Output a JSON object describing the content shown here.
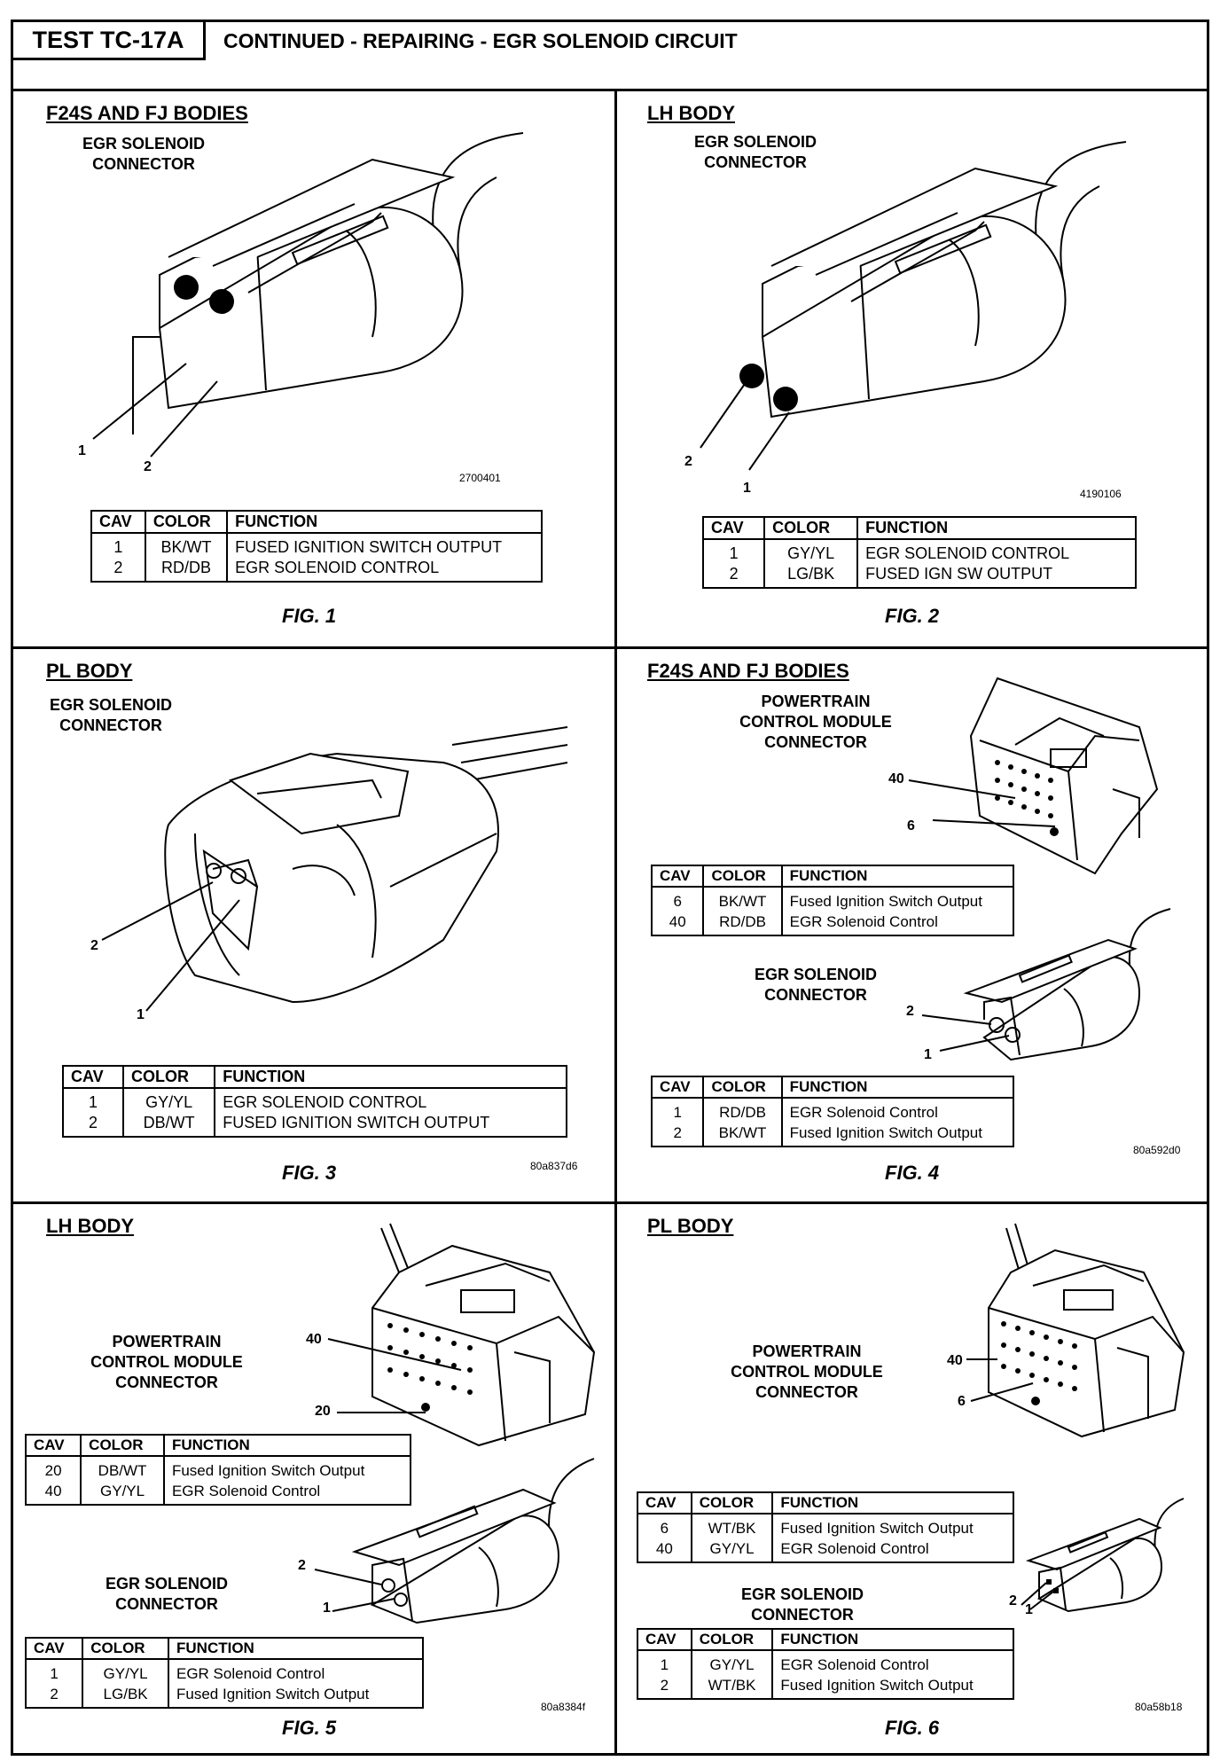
{
  "header": {
    "test_id": "TEST TC-17A",
    "title": "CONTINUED - REPAIRING - EGR SOLENOID CIRCUIT"
  },
  "columns": [
    "CAV",
    "COLOR",
    "FUNCTION"
  ],
  "fig1": {
    "title": "F24S AND FJ BODIES",
    "connector_label": "EGR SOLENOID\nCONNECTOR",
    "callouts": [
      "1",
      "2"
    ],
    "code": "2700401",
    "caption": "FIG. 1",
    "rows": [
      {
        "cav": "1",
        "color": "BK/WT",
        "function": "FUSED IGNITION SWITCH OUTPUT"
      },
      {
        "cav": "2",
        "color": "RD/DB",
        "function": "EGR SOLENOID CONTROL"
      }
    ]
  },
  "fig2": {
    "title": "LH BODY",
    "connector_label": "EGR SOLENOID\nCONNECTOR",
    "callouts": [
      "2",
      "1"
    ],
    "code": "4190106",
    "caption": "FIG. 2",
    "rows": [
      {
        "cav": "1",
        "color": "GY/YL",
        "function": "EGR SOLENOID CONTROL"
      },
      {
        "cav": "2",
        "color": "LG/BK",
        "function": "FUSED IGN SW OUTPUT"
      }
    ]
  },
  "fig3": {
    "title": "PL BODY",
    "connector_label": "EGR SOLENOID\nCONNECTOR",
    "callouts": [
      "2",
      "1"
    ],
    "code": "80a837d6",
    "caption": "FIG. 3",
    "rows": [
      {
        "cav": "1",
        "color": "GY/YL",
        "function": "EGR SOLENOID CONTROL"
      },
      {
        "cav": "2",
        "color": "DB/WT",
        "function": "FUSED IGNITION SWITCH OUTPUT"
      }
    ]
  },
  "fig4": {
    "title": "F24S AND FJ BODIES",
    "pcm_label": "POWERTRAIN\nCONTROL MODULE\nCONNECTOR",
    "pcm_callouts": [
      "40",
      "6"
    ],
    "pcm_rows": [
      {
        "cav": "6",
        "color": "BK/WT",
        "function": "Fused Ignition Switch Output"
      },
      {
        "cav": "40",
        "color": "RD/DB",
        "function": "EGR Solenoid Control"
      }
    ],
    "egr_label": "EGR SOLENOID\nCONNECTOR",
    "egr_callouts": [
      "2",
      "1"
    ],
    "egr_rows": [
      {
        "cav": "1",
        "color": "RD/DB",
        "function": "EGR Solenoid Control"
      },
      {
        "cav": "2",
        "color": "BK/WT",
        "function": "Fused Ignition Switch Output"
      }
    ],
    "code": "80a592d0",
    "caption": "FIG. 4"
  },
  "fig5": {
    "title": "LH BODY",
    "pcm_label": "POWERTRAIN\nCONTROL MODULE\nCONNECTOR",
    "pcm_callouts": [
      "40",
      "20"
    ],
    "pcm_rows": [
      {
        "cav": "20",
        "color": "DB/WT",
        "function": "Fused Ignition Switch Output"
      },
      {
        "cav": "40",
        "color": "GY/YL",
        "function": "EGR Solenoid Control"
      }
    ],
    "egr_label": "EGR SOLENOID\nCONNECTOR",
    "egr_callouts": [
      "2",
      "1"
    ],
    "egr_rows": [
      {
        "cav": "1",
        "color": "GY/YL",
        "function": "EGR Solenoid Control"
      },
      {
        "cav": "2",
        "color": "LG/BK",
        "function": "Fused Ignition Switch Output"
      }
    ],
    "code": "80a8384f",
    "caption": "FIG. 5"
  },
  "fig6": {
    "title": "PL BODY",
    "pcm_label": "POWERTRAIN\nCONTROL MODULE\nCONNECTOR",
    "pcm_callouts": [
      "40",
      "6"
    ],
    "pcm_rows": [
      {
        "cav": "6",
        "color": "WT/BK",
        "function": "Fused Ignition Switch Output"
      },
      {
        "cav": "40",
        "color": "GY/YL",
        "function": "EGR Solenoid Control"
      }
    ],
    "egr_label": "EGR SOLENOID\nCONNECTOR",
    "egr_callouts": [
      "2",
      "1"
    ],
    "egr_rows": [
      {
        "cav": "1",
        "color": "GY/YL",
        "function": "EGR Solenoid Control"
      },
      {
        "cav": "2",
        "color": "WT/BK",
        "function": "Fused Ignition Switch Output"
      }
    ],
    "code": "80a58b18",
    "caption": "FIG. 6"
  }
}
